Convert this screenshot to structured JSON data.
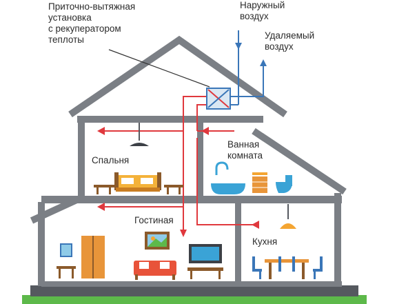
{
  "labels": {
    "unit": "Приточно-вытяжная\nустановка\nс рекуператором\nтеплоты",
    "outdoor_air": "Наружный\nвоздух",
    "exhaust_air": "Удаляемый\nвоздух",
    "bedroom": "Спальня",
    "bathroom": "Ванная\nкомната",
    "living_room": "Гостиная",
    "kitchen": "Кухня"
  },
  "colors": {
    "house": "#7b7f85",
    "supply_duct": "#e0383d",
    "outdoor_duct": "#3a76b8",
    "ground": "#5db94a",
    "accent_orange": "#f4a532",
    "accent_red": "#e8533a",
    "accent_blue": "#3aa3d6"
  }
}
